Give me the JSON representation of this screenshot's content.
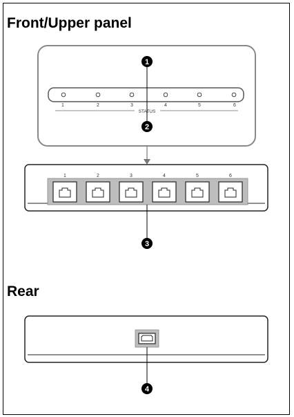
{
  "sections": {
    "front_title": "Front/Upper panel",
    "rear_title": "Rear"
  },
  "status_panel": {
    "led_labels": [
      "1",
      "2",
      "3",
      "4",
      "5",
      "6"
    ],
    "group_label": "STATUS"
  },
  "front_device": {
    "port_labels": [
      "1",
      "2",
      "3",
      "4",
      "5",
      "6"
    ]
  },
  "callouts": [
    "1",
    "2",
    "3",
    "4"
  ]
}
